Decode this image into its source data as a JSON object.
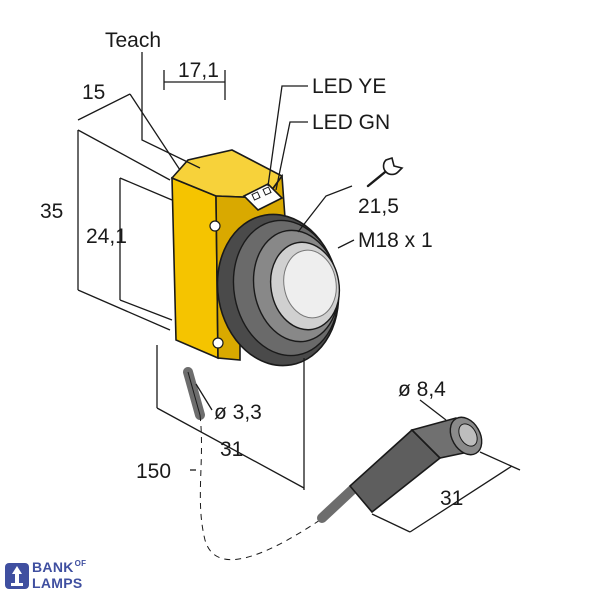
{
  "labels": {
    "teach": "Teach",
    "dim_17_1": "17,1",
    "dim_15": "15",
    "led_ye": "LED YE",
    "led_gn": "LED GN",
    "dim_35": "35",
    "dim_24_1": "24,1",
    "wrench_size": "21,5",
    "thread": "M18 x 1",
    "cable_dia": "ø 3,3",
    "connector_dia": "ø 8,4",
    "dim_31_body": "31",
    "dim_31_connector": "31",
    "cable_length": "150"
  },
  "brand": {
    "line1": "BANK",
    "of": "OF",
    "line2": "LAMPS"
  },
  "colors": {
    "housing": "#f5c400",
    "housing_shade": "#d9a900",
    "nut": "#555555",
    "lens": "#e8e8e8",
    "cable": "#6d6d6d",
    "brand": "#3f4fa0"
  }
}
